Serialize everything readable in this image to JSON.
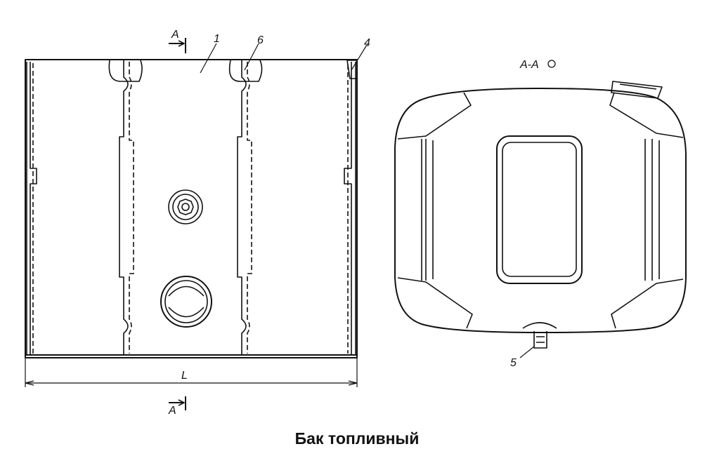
{
  "caption": "Бак топливный",
  "labels": {
    "section_mark_top": "A",
    "section_mark_bottom": "A",
    "part_1": "1",
    "part_6": "6",
    "part_4": "4",
    "part_5": "5",
    "dimension_length": "L",
    "section_view": "A-A"
  },
  "colors": {
    "line": "#111111",
    "background": "#ffffff"
  }
}
